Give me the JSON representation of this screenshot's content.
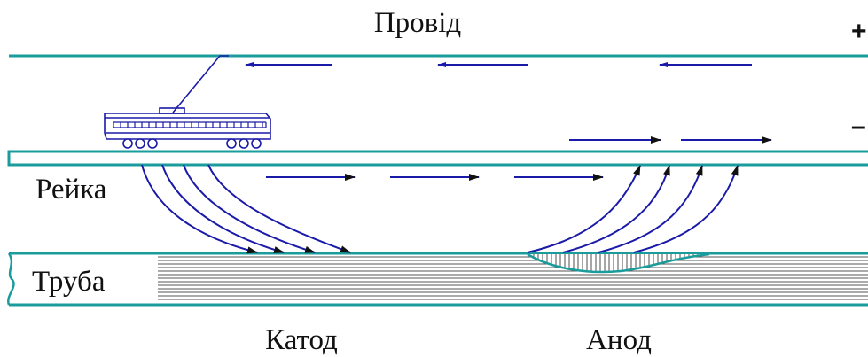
{
  "labels": {
    "wire": "Провід",
    "rail": "Рейка",
    "pipe": "Труба",
    "cathode": "Катод",
    "anode": "Анод",
    "plus": "+",
    "minus": "–"
  },
  "colors": {
    "line": "#1a9c9c",
    "arrow": "#1a1aa8",
    "tram": "#1a1aa8",
    "text": "#111111"
  }
}
